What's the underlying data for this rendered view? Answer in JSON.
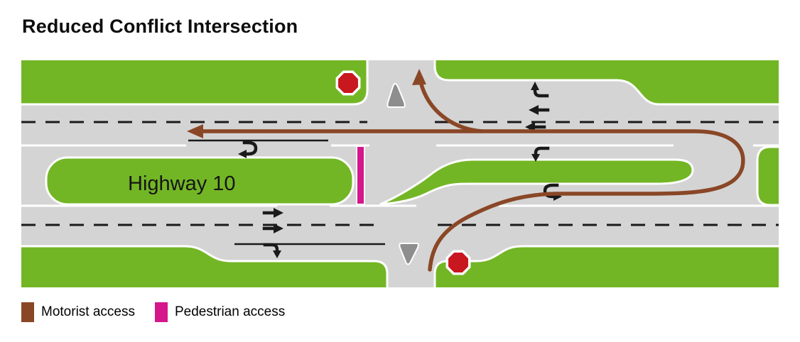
{
  "title": "Reduced Conflict Intersection",
  "diagram": {
    "highway_label": "Highway 10",
    "icons": [
      "stop-sign-icon",
      "u-turn-arrow-icon",
      "straight-arrow-icon",
      "turn-arrow-icon"
    ]
  },
  "legend": {
    "items": [
      {
        "label": "Motorist access"
      },
      {
        "label": "Pedestrian access"
      }
    ]
  },
  "colors": {
    "grass": "#73b625",
    "road": "#d4d4d4",
    "island": "#8e8e8e",
    "stop_sign": "#c8171e",
    "motorist": "#8a4726",
    "pedestrian": "#d4178b",
    "marking_black": "#1a1a1a",
    "marking_white": "#ffffff"
  }
}
